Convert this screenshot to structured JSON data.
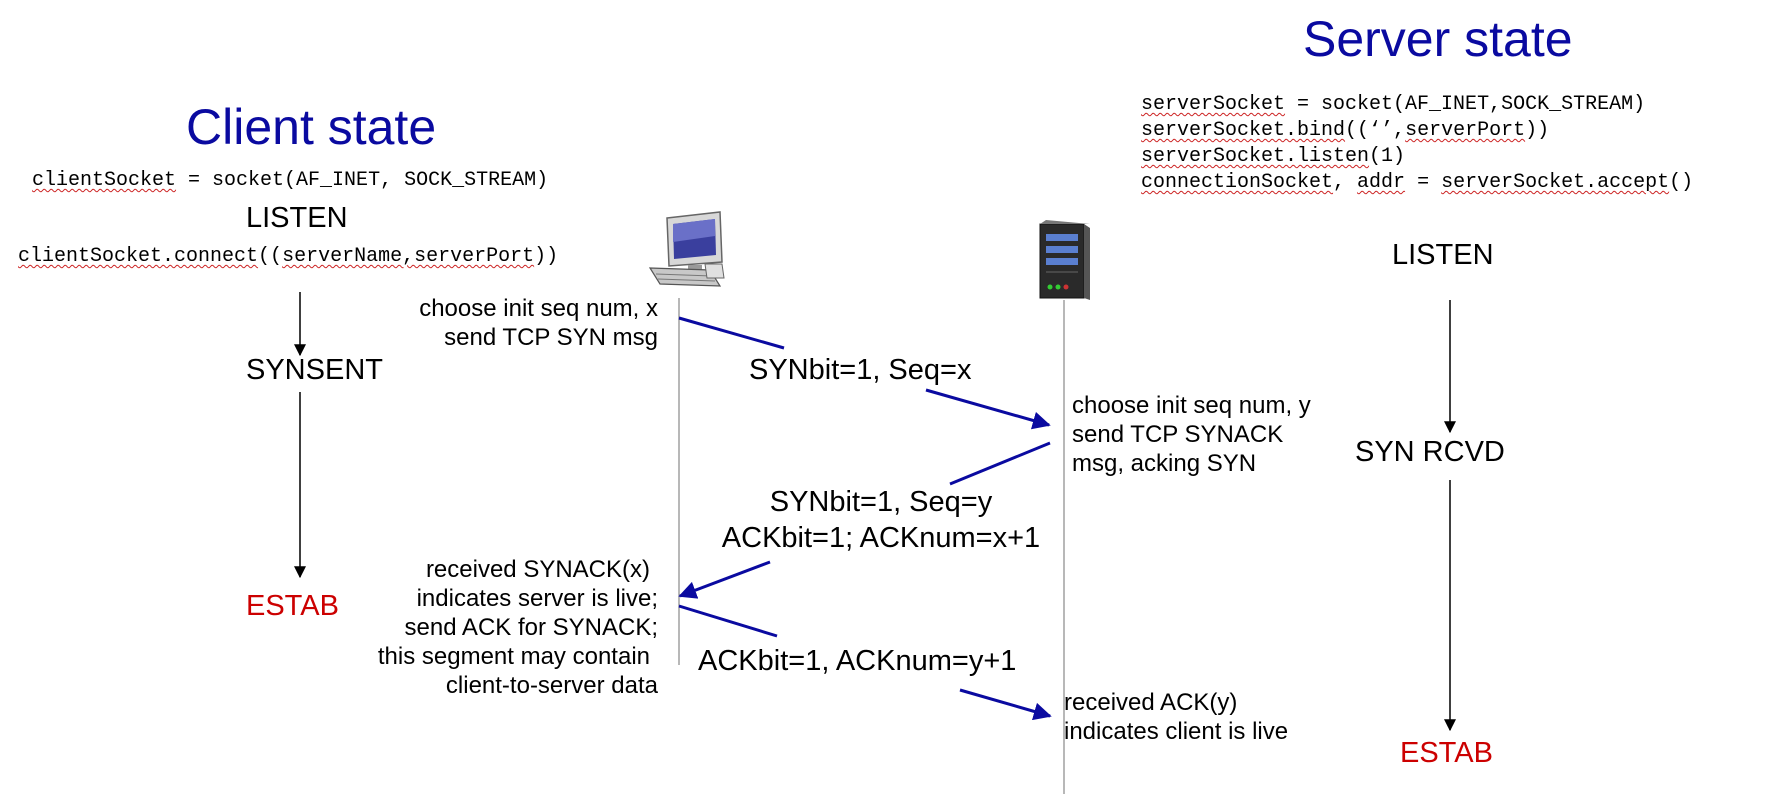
{
  "client": {
    "title": "Client state",
    "code": [
      {
        "pre": "",
        "sq": "clientSocket",
        "post": " = socket(AF_INET, SOCK_STREAM)"
      },
      {
        "pre": "",
        "sq": "clientSocket.connect",
        "post": "((",
        "sq2": "serverName,serverPort",
        "post2": "))"
      }
    ],
    "states": {
      "listen": "LISTEN",
      "synsent": "SYNSENT",
      "estab": "ESTAB"
    },
    "notes": {
      "syn": [
        "choose init seq num, x",
        "send TCP SYN msg"
      ],
      "synack_received": [
        "received SYNACK(x)",
        "indicates server is live;",
        "send ACK for SYNACK;",
        "this segment may contain",
        "client-to-server data"
      ]
    }
  },
  "server": {
    "title": "Server state",
    "code": [
      {
        "sq": "serverSocket",
        "post": " = socket(AF_INET,SOCK_STREAM)"
      },
      {
        "sq": "serverSocket.bind",
        "post": "((‘’,",
        "sq2": "serverPort",
        "post2": "))"
      },
      {
        "sq": "serverSocket.listen",
        "post": "(1)"
      },
      {
        "sq": "connectionSocket",
        "post": ", ",
        "sq2": "addr",
        "post2": " = ",
        "sq3": "serverSocket.accept",
        "post3": "()"
      }
    ],
    "states": {
      "listen": "LISTEN",
      "synrcvd": "SYN RCVD",
      "estab": "ESTAB"
    },
    "notes": {
      "synack": [
        "choose init seq num, y",
        "send TCP SYNACK",
        "msg, acking SYN"
      ],
      "ack_received": [
        "received ACK(y)",
        "indicates client is live"
      ]
    }
  },
  "messages": {
    "syn": "SYNbit=1, Seq=x",
    "synack_1": "SYNbit=1, Seq=y",
    "synack_2": "ACKbit=1; ACKnum=x+1",
    "ack": "ACKbit=1, ACKnum=y+1"
  },
  "icons": {
    "client": "desktop-computer-icon",
    "server": "server-tower-icon"
  },
  "colors": {
    "title": "#0a0aa0",
    "arrow": "#0a0aa0",
    "estab": "#cc0000"
  }
}
